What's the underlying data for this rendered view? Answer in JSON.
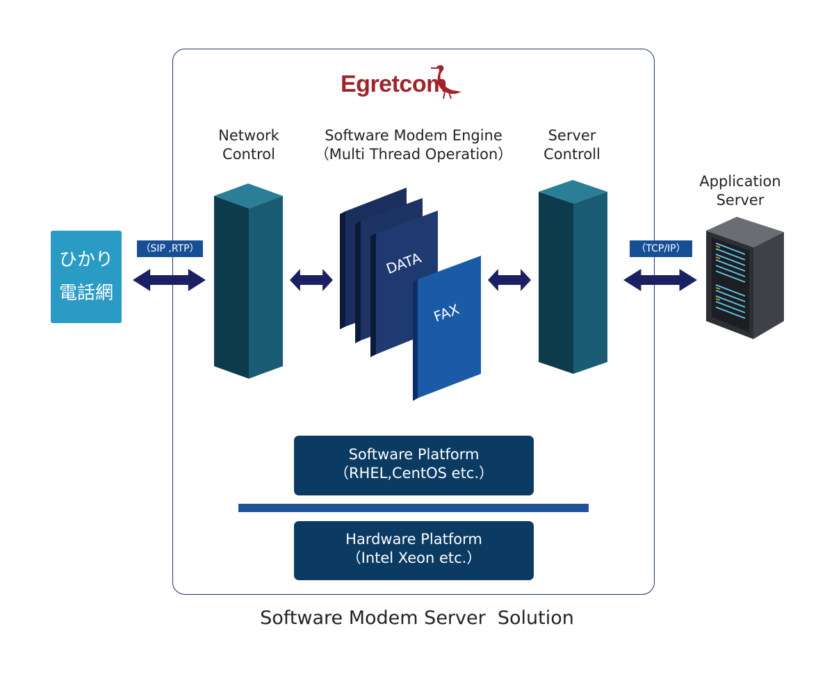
{
  "logo": {
    "text": "Egretcom"
  },
  "headers": {
    "network_control": [
      "Network",
      "Control"
    ],
    "modem_engine": [
      "Software Modem Engine",
      "（Multi Thread Operation）"
    ],
    "server_control": [
      "Server",
      "Controll"
    ],
    "app_server": [
      "Application",
      "Server"
    ]
  },
  "hikari": [
    "ひかり",
    "電話網"
  ],
  "tags": {
    "sip": "（SIP ,RTP）",
    "tcp": "（TCP/IP）"
  },
  "cards": {
    "data": "DATA",
    "fax": "FAX"
  },
  "platforms": {
    "software": [
      "Software Platform",
      "（RHEL,CentOS etc.）"
    ],
    "hardware": [
      "Hardware Platform",
      "（Intel Xeon etc.）"
    ]
  },
  "caption": "Software Modem Server  Solution",
  "colors": {
    "brand": "#a0232b",
    "frame": "#1a2f6b",
    "hikari": "#2a9bc4",
    "tag": "#164f93",
    "arrow": "#1b2063",
    "platform": "#0b3a63",
    "pillar_front": "#0e3b4c",
    "pillar_side": "#1a5c74",
    "pillar_top": "#2a7e95"
  },
  "icons": [
    "egret-logo-icon",
    "server-rack-icon",
    "double-arrow-icon"
  ]
}
